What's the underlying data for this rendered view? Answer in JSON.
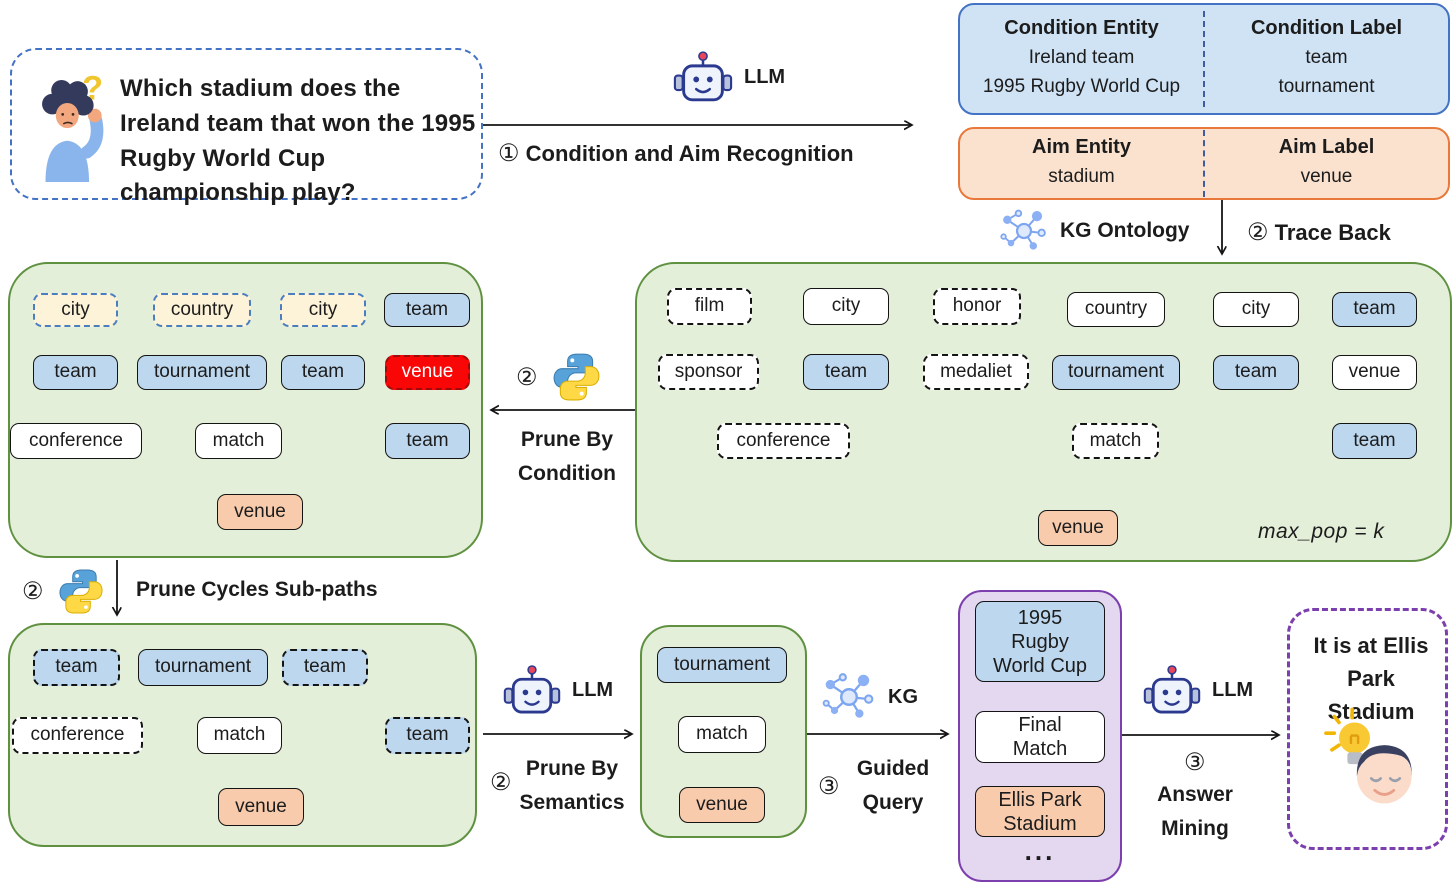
{
  "question": {
    "text": "Which stadium does the Ireland team that won the 1995 Rugby World Cup championship play?"
  },
  "steps": {
    "recognition": {
      "num": "①",
      "label": "Condition and Aim Recognition",
      "llm_label": "LLM"
    },
    "trace_back": {
      "num": "②",
      "label": "Trace Back"
    },
    "kg_ontology": {
      "label": "KG Ontology"
    },
    "prune_condition": {
      "num": "②",
      "line1": "Prune By",
      "line2": "Condition"
    },
    "prune_cycles": {
      "num": "②",
      "label": "Prune Cycles Sub-paths"
    },
    "prune_semantics": {
      "num": "②",
      "line1": "Prune By",
      "line2": "Semantics",
      "llm_label": "LLM"
    },
    "guided_query": {
      "num": "③",
      "line1": "Guided",
      "line2": "Query",
      "kg_label": "KG"
    },
    "answer_mining": {
      "num": "③",
      "line1": "Answer",
      "line2": "Mining",
      "llm_label": "LLM"
    }
  },
  "condition_box": {
    "col1_title": "Condition Entity",
    "col1_line1": "Ireland team",
    "col1_line2": "1995 Rugby World Cup",
    "col2_title": "Condition Label",
    "col2_line1": "team",
    "col2_line2": "tournament"
  },
  "aim_box": {
    "col1_title": "Aim Entity",
    "col1_value": "stadium",
    "col2_title": "Aim Label",
    "col2_value": "venue"
  },
  "graphs": {
    "ontology": {
      "labels": [
        "film",
        "city",
        "honor",
        "country",
        "city",
        "team",
        "sponsor",
        "team",
        "medaliet",
        "tournament",
        "team",
        "venue",
        "conference",
        "match",
        "team",
        "venue"
      ],
      "note": "max_pop = k"
    },
    "pruned_condition": {
      "labels": [
        "city",
        "country",
        "city",
        "team",
        "team",
        "tournament",
        "team",
        "venue",
        "conference",
        "match",
        "team",
        "venue"
      ]
    },
    "pruned_cycles": {
      "labels": [
        "team",
        "tournament",
        "team",
        "conference",
        "match",
        "team",
        "venue"
      ]
    },
    "pruned_semantics": {
      "labels": [
        "tournament",
        "match",
        "venue"
      ]
    },
    "query_result": {
      "labels": [
        "1995\nRugby\nWorld Cup",
        "Final\nMatch",
        "Ellis Park\nStadium"
      ],
      "ellipsis": "..."
    }
  },
  "answer": {
    "text": "It is at Ellis Park Stadium"
  },
  "colors": {
    "node_blue": "#bdd7ee",
    "node_orange": "#f8cbad",
    "node_yellow": "#fcf3d8",
    "node_red": "#f90606",
    "green_box_fill": "#e3efd8",
    "green_box_border": "#5f9141",
    "purple_fill": "#e4d8f0",
    "purple_border": "#7c3fae",
    "condition_fill": "#cfe3f5",
    "condition_border": "#4472c4",
    "aim_fill": "#fbe2cf",
    "aim_border": "#e8793a"
  }
}
